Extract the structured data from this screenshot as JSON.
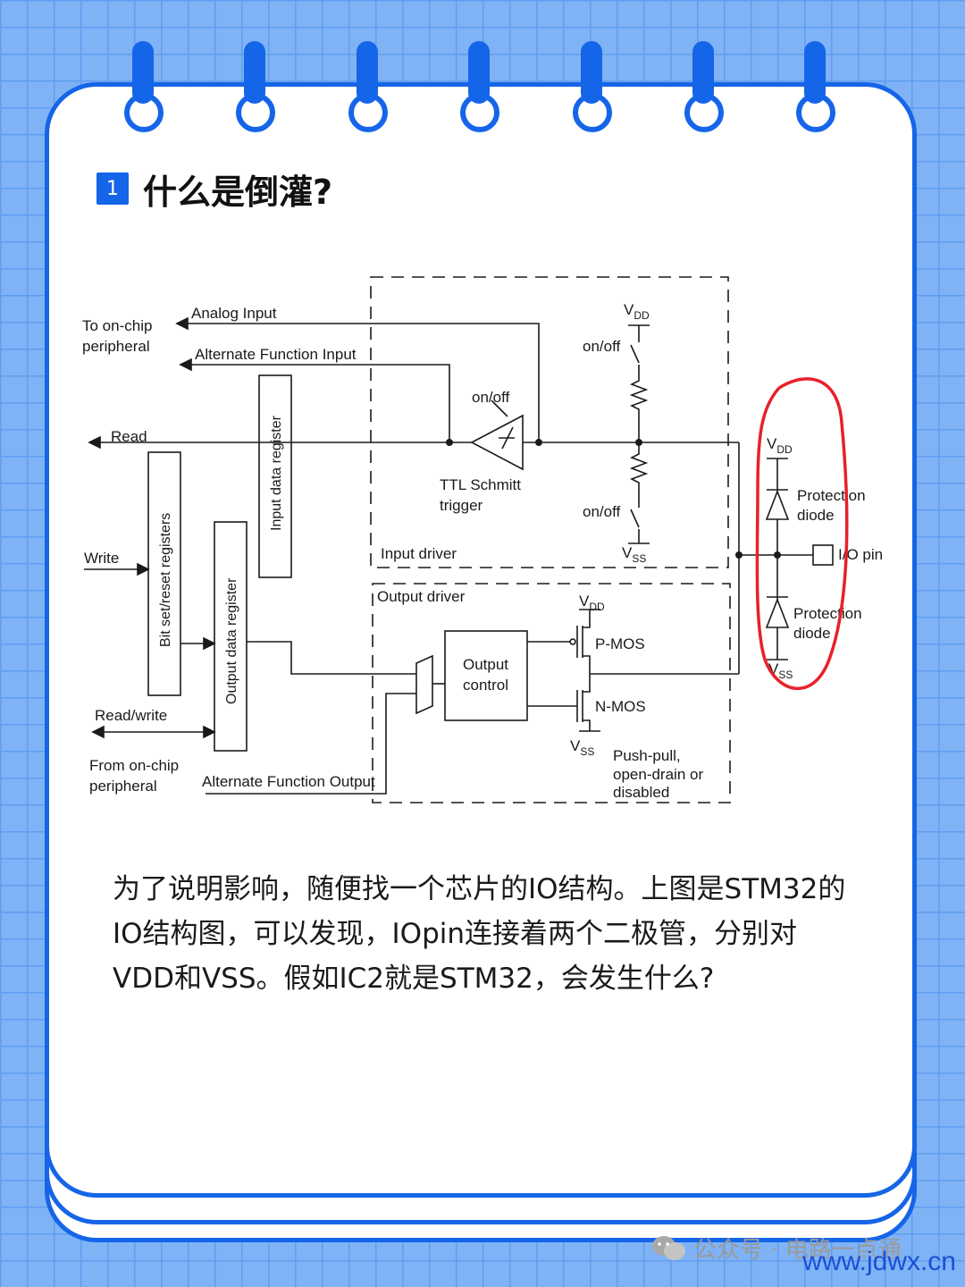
{
  "section": {
    "number": "1",
    "title": "什么是倒灌?"
  },
  "diagram": {
    "labels": {
      "to_onchip_1": "To on-chip",
      "to_onchip_2": "peripheral",
      "analog_input": "Analog Input",
      "alt_func_input": "Alternate Function Input",
      "read": "Read",
      "write": "Write",
      "read_write": "Read/write",
      "from_onchip_1": "From on-chip",
      "from_onchip_2": "peripheral",
      "alt_func_output": "Alternate Function Output",
      "input_data_register": "Input data register",
      "bit_set_reset": "Bit set/reset registers",
      "output_data_register": "Output data register",
      "onoff_top": "on/off",
      "onoff_schmitt": "on/off",
      "onoff_bottom": "on/off",
      "ttl_1": "TTL Schmitt",
      "ttl_2": "trigger",
      "input_driver": "Input driver",
      "output_driver": "Output driver",
      "output_control_1": "Output",
      "output_control_2": "control",
      "pmos": "P-MOS",
      "nmos": "N-MOS",
      "pushpull_1": "Push-pull,",
      "pushpull_2": "open-drain or",
      "pushpull_3": "disabled",
      "vdd": "V",
      "vdd_sub": "DD",
      "vss": "V",
      "vss_sub": "SS",
      "protection_1": "Protection",
      "protection_2": "diode",
      "io_pin": "I/O pin"
    }
  },
  "paragraph": "为了说明影响，随便找一个芯片的IO结构。上图是STM32的IO结构图，可以发现，IOpin连接着两个二极管，分别对VDD和VSS。假如IC2就是STM32，会发生什么?",
  "watermark": "公众号 · 电路一点通",
  "site": "www.jdwx.cn",
  "colors": {
    "accent": "#1565e8",
    "grid_bg": "#7fb3f5",
    "annotation_red": "#e8202a"
  }
}
